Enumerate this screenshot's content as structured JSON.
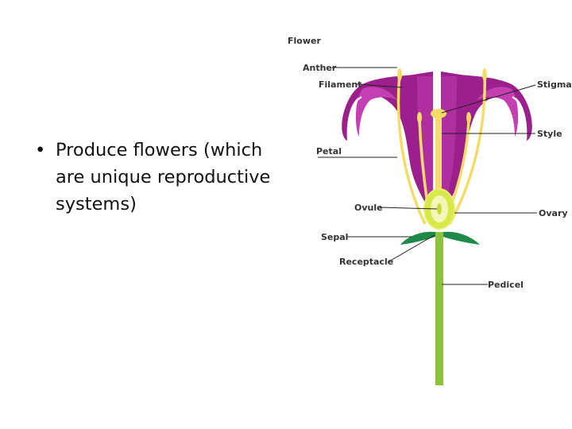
{
  "slide": {
    "bullet_symbol": "•",
    "bullet_text": "Produce flowers (which are unique reproductive systems)"
  },
  "diagram": {
    "title": "Flower",
    "labels": {
      "anther": "Anther",
      "filament": "Filament",
      "petal": "Petal",
      "ovule": "Ovule",
      "sepal": "Sepal",
      "receptacle": "Receptacle",
      "stigma": "Stigma",
      "style": "Style",
      "ovary": "Ovary",
      "pedicel": "Pedicel"
    },
    "colors": {
      "petal": "#9b1f8c",
      "petal_light": "#c43fb1",
      "stamen": "#f4dc6a",
      "ovary": "#d8e84a",
      "stem": "#8cc43c",
      "sepal": "#1e8a4a"
    }
  }
}
